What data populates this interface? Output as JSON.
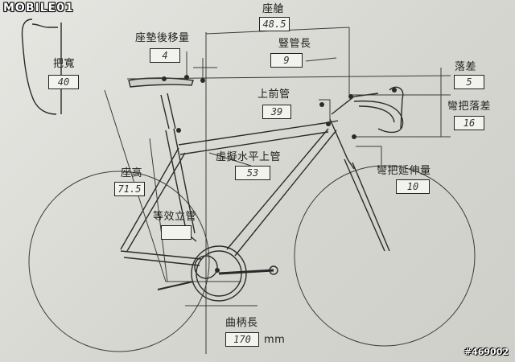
{
  "watermark": {
    "logo": "MOBILE01",
    "id": "#469002"
  },
  "unit": "mm",
  "fields": {
    "seat_tube_reach": {
      "label": "座艙",
      "value": "48.5"
    },
    "saddle_setback": {
      "label": "座墊後移量",
      "value": "4"
    },
    "head_tube_length": {
      "label": "豎管長",
      "value": "9"
    },
    "drop": {
      "label": "落差",
      "value": "5"
    },
    "handlebar_width": {
      "label": "把寬",
      "value": "40"
    },
    "handlebar_drop": {
      "label": "彎把落差",
      "value": "16"
    },
    "top_tube": {
      "label": "上前管",
      "value": "39"
    },
    "virtual_top_tube": {
      "label": "虛擬水平上管",
      "value": "53"
    },
    "handlebar_reach": {
      "label": "彎把延伸量",
      "value": "10"
    },
    "seat_height": {
      "label": "座高",
      "value": "71.5"
    },
    "effective_seat_tube": {
      "label": "等效立管",
      "value": ""
    },
    "crank_length": {
      "label": "曲柄長",
      "value": "170"
    }
  }
}
